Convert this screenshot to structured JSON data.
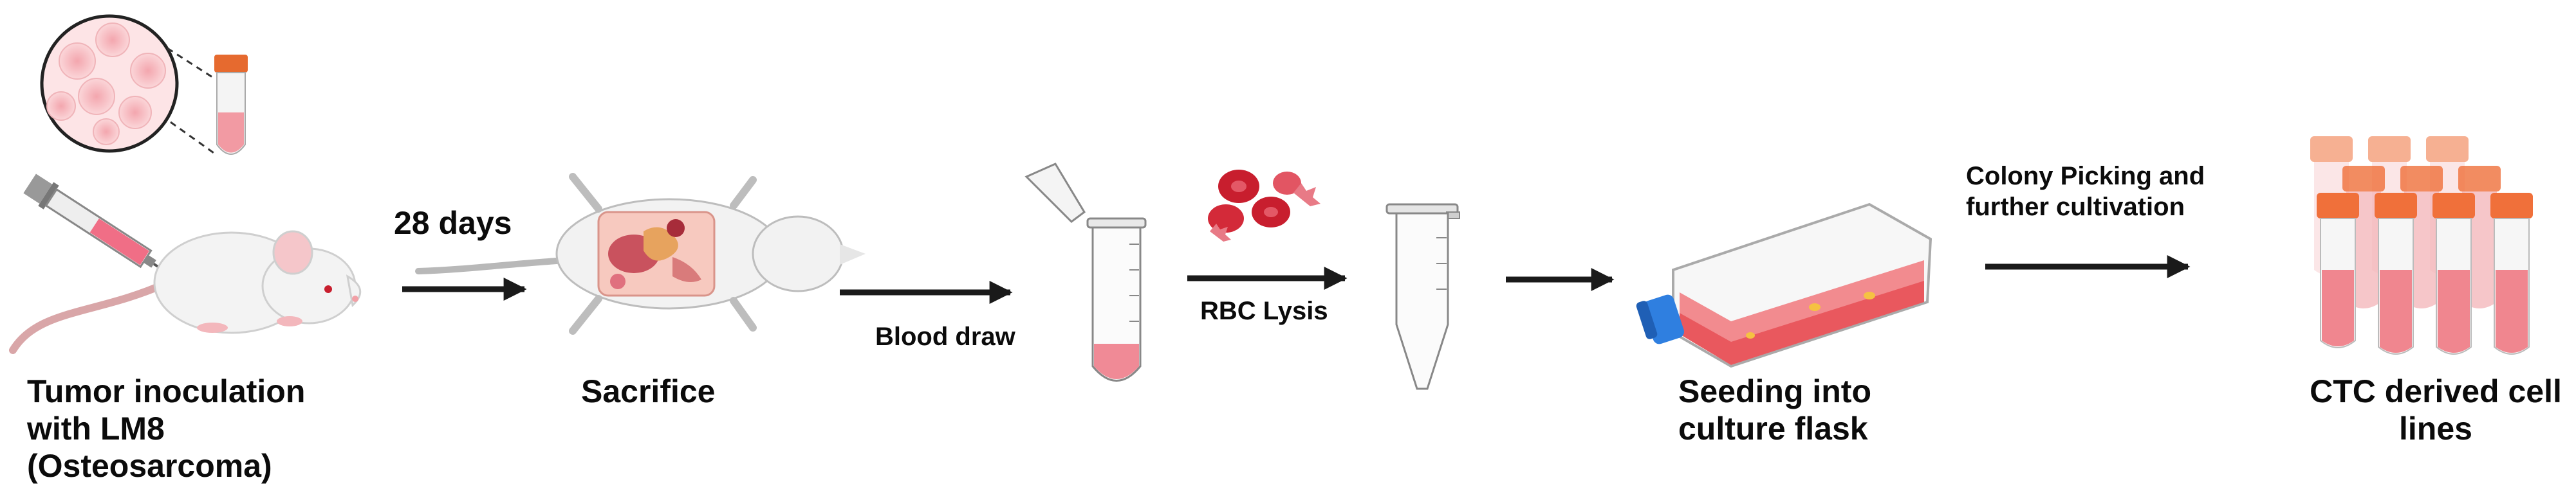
{
  "steps": [
    {
      "label_lines": [
        "Tumor inoculation",
        "with LM8",
        "(Osteosarcoma)"
      ]
    },
    {
      "label_lines": [
        "Sacrifice"
      ]
    },
    {
      "label_lines": [
        "Seeding into",
        "culture flask"
      ]
    },
    {
      "label_lines": [
        "CTC derived cell",
        "lines"
      ]
    }
  ],
  "transitions": {
    "days": "28 days",
    "blood_draw": "Blood draw",
    "rbc_lysis": "RBC Lysis",
    "colony_line1": "Colony Picking and",
    "colony_line2": "further cultivation"
  },
  "colors": {
    "arrow": "#1a1a1a",
    "tube_liquid": "#f08a96",
    "flask_media": "#e9585e",
    "cap_orange": "#f0703a",
    "cap_blue": "#2f7fe0",
    "rbc": "#c81e2e",
    "mouse_body": "#f3f3f3",
    "mouse_tail": "#d9a6a8"
  },
  "icons": [
    "cell-culture-circle-icon",
    "syringe-icon",
    "mouse-icon",
    "dissected-mouse-icon",
    "open-tube-icon",
    "red-blood-cells-icon",
    "closed-tube-icon",
    "culture-flask-icon",
    "cell-line-tubes-icon"
  ]
}
